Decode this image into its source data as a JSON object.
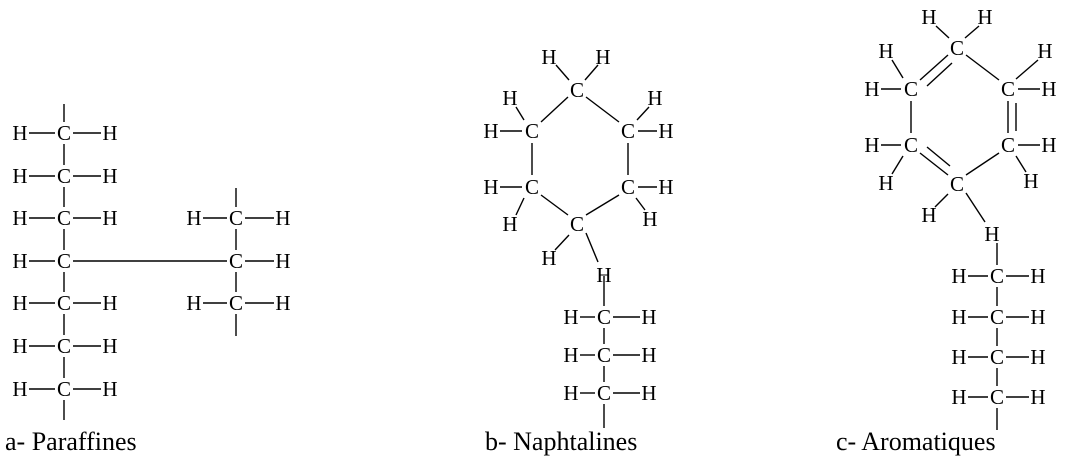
{
  "captions": {
    "paraffines": "a- Paraffines",
    "naphtalines": "b- Naphtalines",
    "aromatiques": "c- Aromatiques"
  },
  "atoms": {
    "carbon": "C",
    "hydrogen": "H"
  }
}
